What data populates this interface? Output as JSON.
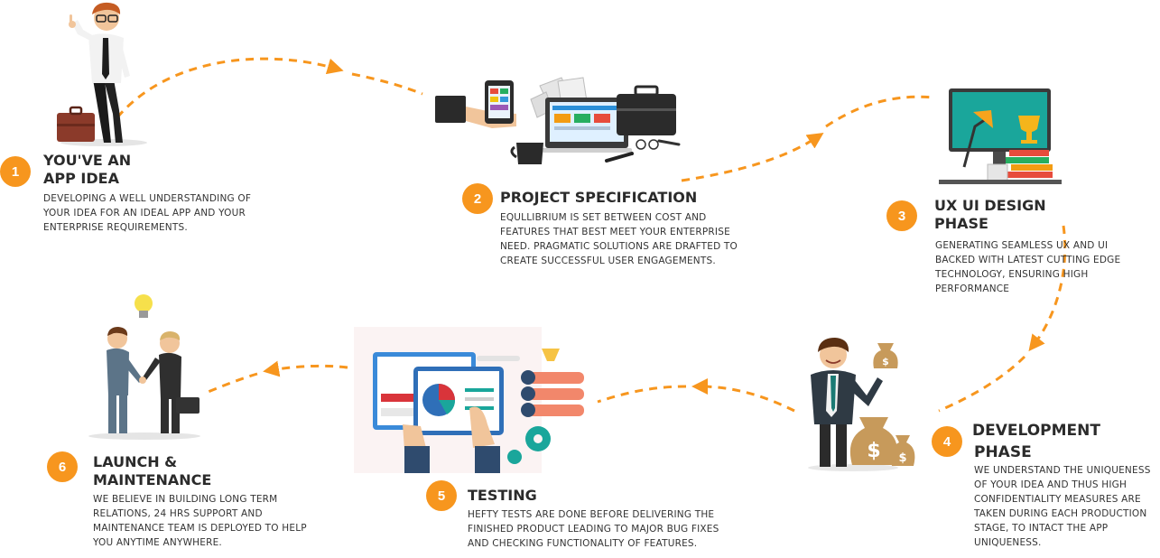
{
  "accent_color": "#f7961e",
  "steps": [
    {
      "number": "1",
      "title_line1": "YOU'VE AN",
      "title_line2": "APP IDEA",
      "description": "DEVELOPING A WELL UNDERSTANDING OF YOUR IDEA FOR AN IDEAL APP AND YOUR ENTERPRISE REQUIREMENTS.",
      "icon": "businessman-with-idea-icon"
    },
    {
      "number": "2",
      "title_line1": "PROJECT SPECIFICATION",
      "description": "EQULLIBRIUM IS SET BETWEEN COST AND FEATURES THAT BEST MEET YOUR ENTERPRISE NEED. PRAGMATIC SOLUTIONS  ARE DRAFTED TO CREATE SUCCESSFUL USER ENGAGEMENTS.",
      "icon": "workspace-devices-icon"
    },
    {
      "number": "3",
      "title_line1": "UX UI DESIGN",
      "title_line2": "PHASE",
      "description": "GENERATING SEAMLESS UX AND UI BACKED WITH LATEST CUTTING EDGE TECHNOLOGY, ENSURING HIGH PERFORMANCE",
      "icon": "design-monitor-icon"
    },
    {
      "number": "4",
      "title_line1": "DEVELOPMENT",
      "title_line2": "PHASE",
      "description": "WE UNDERSTAND THE UNIQUENESS OF YOUR IDEA AND THUS HIGH CONFIDENTIALITY MEASURES ARE TAKEN DURING EACH PRODUCTION STAGE, TO INTACT THE APP UNIQUENESS.",
      "icon": "businessman-money-bags-icon"
    },
    {
      "number": "5",
      "title_line1": "TESTING",
      "description": "HEFTY TESTS ARE DONE BEFORE DELIVERING THE FINISHED PRODUCT LEADING TO MAJOR BUG FIXES AND CHECKING FUNCTIONALITY OF FEATURES.",
      "icon": "testing-dashboard-icon"
    },
    {
      "number": "6",
      "title_line1": "LAUNCH &",
      "title_line2": "MAINTENANCE",
      "description": "WE BELIEVE IN BUILDING LONG TERM RELATIONS, 24 HRS SUPPORT AND MAINTENANCE TEAM IS DEPLOYED TO HELP YOU ANYTIME ANYWHERE.",
      "icon": "handshake-icon"
    }
  ]
}
